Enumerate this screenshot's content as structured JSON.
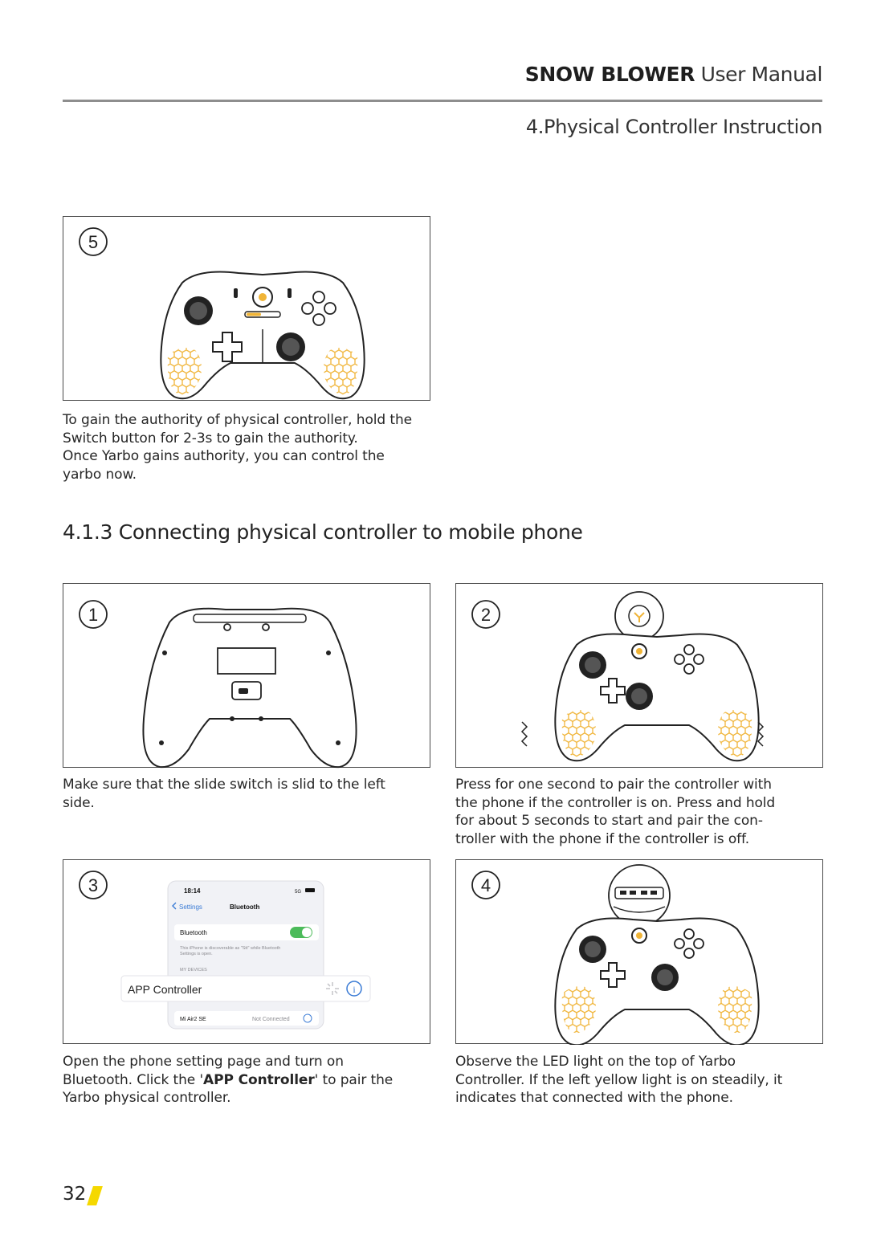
{
  "header": {
    "product": "SNOW BLOWER",
    "doc": "User Manual",
    "section": "4.Physical Controller Instruction"
  },
  "step5": {
    "badge": "5",
    "lines": [
      "To gain the authority of physical controller, hold the",
      "Switch button for 2-3s to gain the authority.",
      "Once Yarbo gains authority, you can control the",
      "yarbo now."
    ]
  },
  "subsection": {
    "title": "4.1.3 Connecting physical controller to mobile phone"
  },
  "step1": {
    "badge": "1",
    "lines": [
      "Make sure that the slide switch is slid to the left",
      "side."
    ]
  },
  "step2": {
    "badge": "2",
    "lines": [
      "Press for one second to pair the controller with",
      "the phone if the controller is on. Press and hold",
      "for about 5 seconds to start and pair the con-",
      "troller with the phone if the controller is off."
    ]
  },
  "step3": {
    "badge": "3",
    "phone": {
      "time": "18:14",
      "signal": "5G",
      "back": "Settings",
      "title": "Bluetooth",
      "toggle_label": "Bluetooth",
      "note_line1": "This iPhone is discoverable as \"Stt\" while Bluetooth",
      "note_line2": "Settings is open.",
      "section": "MY DEVICES",
      "popup": "APP Controller",
      "device_name": "Mi Air2 SE",
      "device_status": "Not Connected"
    },
    "line1": "Open the phone setting page and turn on",
    "line2_a": "Bluetooth.  Click the '",
    "line2_bold": "APP Controller",
    "line2_b": "' to pair the",
    "line3": "Yarbo physical controller."
  },
  "step4": {
    "badge": "4",
    "lines": [
      "Observe the LED light on the top of Yarbo",
      "Controller. If the left yellow light is on steadily, it",
      "indicates that connected with the phone."
    ]
  },
  "footer": {
    "page": "32",
    "accent": "#f5d800"
  },
  "colors": {
    "honeycomb": "#f0b437",
    "toggle": "#4cbb5a",
    "info": "#3a7bd5"
  }
}
